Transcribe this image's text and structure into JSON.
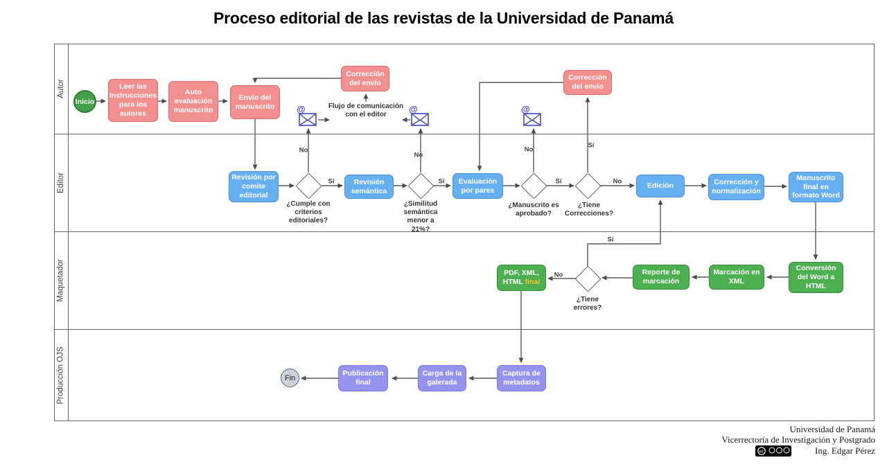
{
  "title": "Proceso editorial de las revistas de la Universidad de Panamá",
  "lanes": {
    "autor": "Autor",
    "editor": "Editor",
    "maquetador": "Maquetador",
    "produccion": "Producción OJS"
  },
  "nodes": {
    "inicio": "Inicio",
    "leer": "Leer las Instrucciones para los autores",
    "auto_eval": "Auto evaluación manuscrito",
    "envio": "Envío del manuscrito",
    "correccion_envio_1": "Corrección del envío",
    "correccion_envio_2": "Corrección del envío",
    "revision_comite": "Revisión por comite editorial",
    "revision_semantica": "Revisión semántica",
    "evaluacion_pares": "Evaluación por pares",
    "edicion": "Edición",
    "correccion_normalizacion": "Corrección y normalización",
    "manuscrito_final": "Manuscrito final en formato Word",
    "pdf_main": "PDF, XML, HTML",
    "pdf_final": "final",
    "reporte_marcacion": "Reporte de marcación",
    "marcacion_xml": "Marcación en XML",
    "conversion_word": "Conversión del Word a HTML",
    "captura_metadatos": "Captura de metadatos",
    "carga_galerada": "Carga de la galerada",
    "publicacion_final": "Publicación final",
    "fin": "Fin"
  },
  "decisions": {
    "criterios": "¿Cumple con criterios editoriales?",
    "similitud": "¿Similitud semántica menor a 21%?",
    "aprobado": "¿Manuscrito es aprobado?",
    "correcciones": "¿Tiene Correcciones?",
    "errores": "¿Tiene errores?"
  },
  "edge_labels": {
    "si": "Sí",
    "no": "No"
  },
  "flow_note": "Flujo de comunicación con el editor",
  "icons": {
    "at": "@"
  },
  "credits": {
    "line1": "Universidad de Panamá",
    "line2": "Vicerrectoría de Investigación y Postgrado",
    "line3": "Ing. Edgar Pérez"
  },
  "colors": {
    "author_fill": "#F28F8F",
    "author_stroke": "#D96A6A",
    "editor_fill": "#66B0F1",
    "editor_stroke": "#4A90D9",
    "maquetador_fill": "#4CAF50",
    "maquetador_stroke": "#38883C",
    "ojs_fill": "#9494EE",
    "ojs_stroke": "#7878DD",
    "start_fill": "#43A047",
    "end_fill": "#CDD2D6",
    "highlight_text": "#F2C230",
    "connector": "#595959",
    "envelope": "#3C46C8"
  }
}
